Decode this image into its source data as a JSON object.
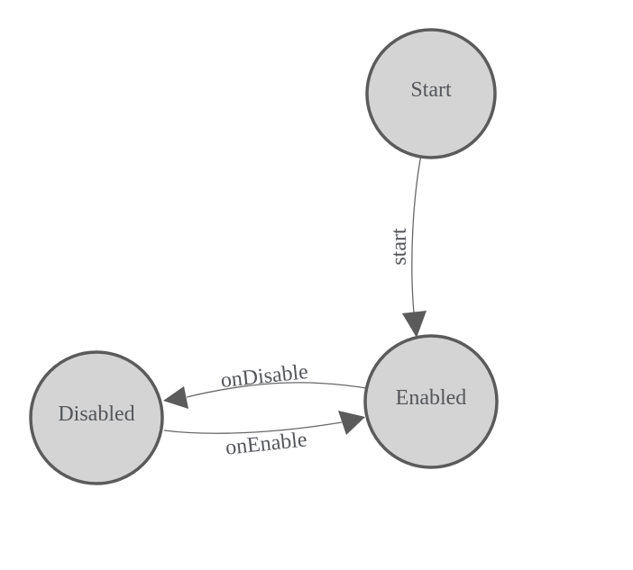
{
  "diagram": {
    "type": "state-machine-graph",
    "nodes": [
      {
        "id": "start",
        "label": "Start"
      },
      {
        "id": "enabled",
        "label": "Enabled"
      },
      {
        "id": "disabled",
        "label": "Disabled"
      }
    ],
    "edges": [
      {
        "id": "start-to-enabled",
        "label": "start",
        "from": "Start",
        "to": "Enabled"
      },
      {
        "id": "enabled-to-disabled",
        "label": "onDisable",
        "from": "Enabled",
        "to": "Disabled"
      },
      {
        "id": "disabled-to-enabled",
        "label": "onEnable",
        "from": "Disabled",
        "to": "Enabled"
      }
    ]
  },
  "colors": {
    "background": "#ffffff",
    "node_fill": "#d4d4d4",
    "node_stroke": "#5b5b5b",
    "edge_stroke": "#686868",
    "arrow_fill": "#5b5b5b",
    "text": "#54565a"
  }
}
